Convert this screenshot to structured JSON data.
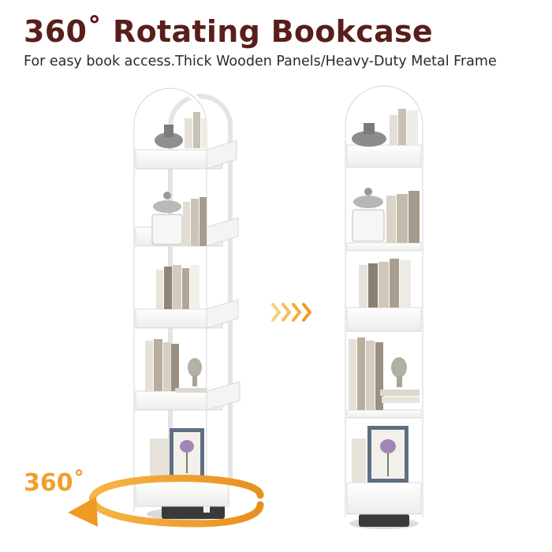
{
  "header": {
    "title": "360˚ Rotating Bookcase",
    "subtitle": "For easy book access.Thick Wooden Panels/Heavy-Duty Metal Frame"
  },
  "badge": {
    "text": "360˚"
  },
  "colors": {
    "title": "#5a1e1a",
    "accent_orange": "#f0a02a",
    "frame_white": "#ffffff",
    "panel": "#f3f3f1",
    "shadow": "#d9d9d9"
  },
  "icons": {
    "transition_arrows": "chevron-double-right",
    "rotation_arrow": "curved-arrow-left"
  }
}
